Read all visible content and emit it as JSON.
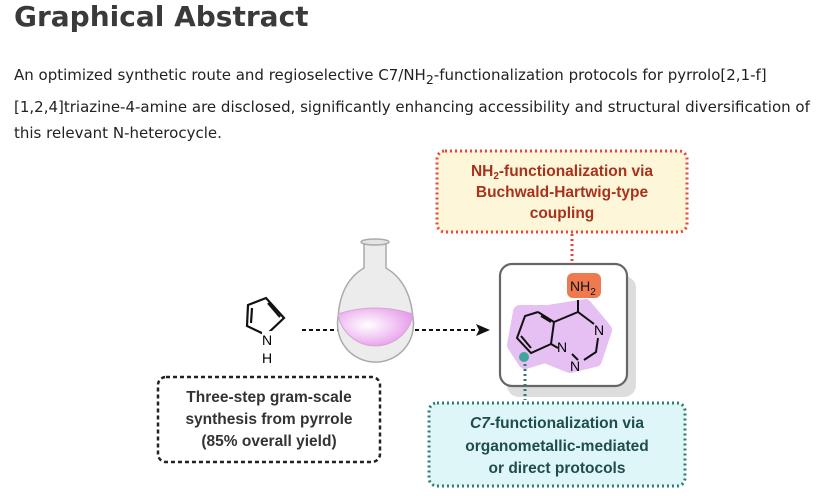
{
  "heading": "Graphical Abstract",
  "abstract": {
    "before_sub": "An optimized synthetic route and regioselective C7/NH",
    "sub": "2",
    "after_sub": "-functionalization protocols for pyrrolo[2,1-f][1,2,4]triazine-4-amine are disclosed, significantly enhancing accessibility and structural diversification of this relevant N-heterocycle."
  },
  "figure": {
    "nh2_box": {
      "line1_a": "NH",
      "line1_sub": "2",
      "line1_b": "-functionalization via",
      "line2": "Buchwald-Hartwig-type",
      "line3": "coupling"
    },
    "synthesis_box": {
      "line1": "Three-step gram-scale",
      "line2": "synthesis from pyrrole",
      "line3": "(85% overall yield)"
    },
    "c7_box": {
      "line1_a": "C7",
      "line1_b": "-functionalization via",
      "line2": "organometallic-mediated",
      "line3": "or direct protocols"
    },
    "pyrrole_atoms": {
      "n": "N",
      "h": "H"
    },
    "product_atoms": {
      "nh2": "NH",
      "nh2_sub": "2",
      "n": "N"
    },
    "colors": {
      "red": "#e8463c",
      "red_text": "#a8321c",
      "teal": "#2f7c76",
      "teal_text": "#1e4d4a",
      "violet": "#e6bff3",
      "orange": "#f07a50"
    }
  }
}
